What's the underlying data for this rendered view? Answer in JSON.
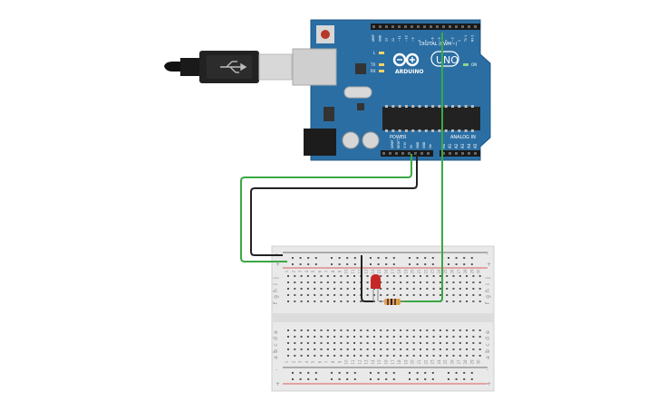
{
  "arduino": {
    "board_name": "ARDUINO",
    "model": "UNO",
    "digital_label": "DIGITAL (PWM~)",
    "analog_label": "ANALOG IN",
    "power_label": "POWER",
    "on_label": "ON",
    "led_l": "L",
    "led_tx": "TX",
    "led_rx": "RX",
    "top_pin_labels": [
      "AREF",
      "GND",
      "13",
      "12",
      "~11",
      "~10",
      "~9",
      "8",
      "7",
      "~6",
      "~5",
      "4",
      "~3",
      "2",
      "TX 1",
      "RX 0"
    ],
    "power_pin_labels": [
      "IOREF",
      "RESET",
      "3.3V",
      "5V",
      "GND",
      "GND",
      "Vin"
    ],
    "analog_pin_labels": [
      "A0",
      "A1",
      "A2",
      "A3",
      "A4",
      "A5"
    ]
  },
  "breadboard": {
    "columns": [
      "1",
      "2",
      "3",
      "4",
      "5",
      "6",
      "7",
      "8",
      "9",
      "10",
      "11",
      "12",
      "13",
      "14",
      "15",
      "16",
      "17",
      "18",
      "19",
      "20",
      "21",
      "22",
      "23",
      "24",
      "25",
      "26",
      "27",
      "28",
      "29",
      "30"
    ],
    "rows_top": [
      "j",
      "i",
      "h",
      "g",
      "f"
    ],
    "rows_bottom": [
      "e",
      "d",
      "c",
      "b",
      "a"
    ],
    "rail_plus": "+",
    "rail_minus": "-"
  },
  "colors": {
    "board": "#2b6ea3",
    "wire_green": "#3aa844",
    "wire_black": "#222222",
    "led": "#c62828",
    "resistor": "#e0a060",
    "rail_red": "#d32f2f",
    "rail_blue": "#444444"
  }
}
